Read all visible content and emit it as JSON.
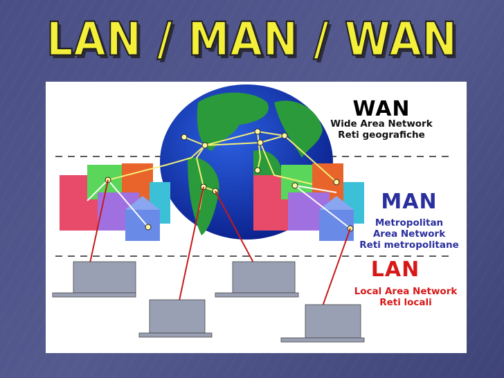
{
  "title": "LAN / MAN / WAN",
  "wan": {
    "heading": "WAN",
    "line1": "Wide Area Network",
    "line2": "Reti geografiche",
    "color": "#111111"
  },
  "man": {
    "heading": "MAN",
    "line1": "Metropolitan",
    "line2": "Area Network",
    "line3": "Reti metropolitane",
    "color": "#2a2f9e"
  },
  "lan": {
    "heading": "LAN",
    "line1": "Local Area Network",
    "line2": "Reti locali",
    "color": "#d81818"
  }
}
